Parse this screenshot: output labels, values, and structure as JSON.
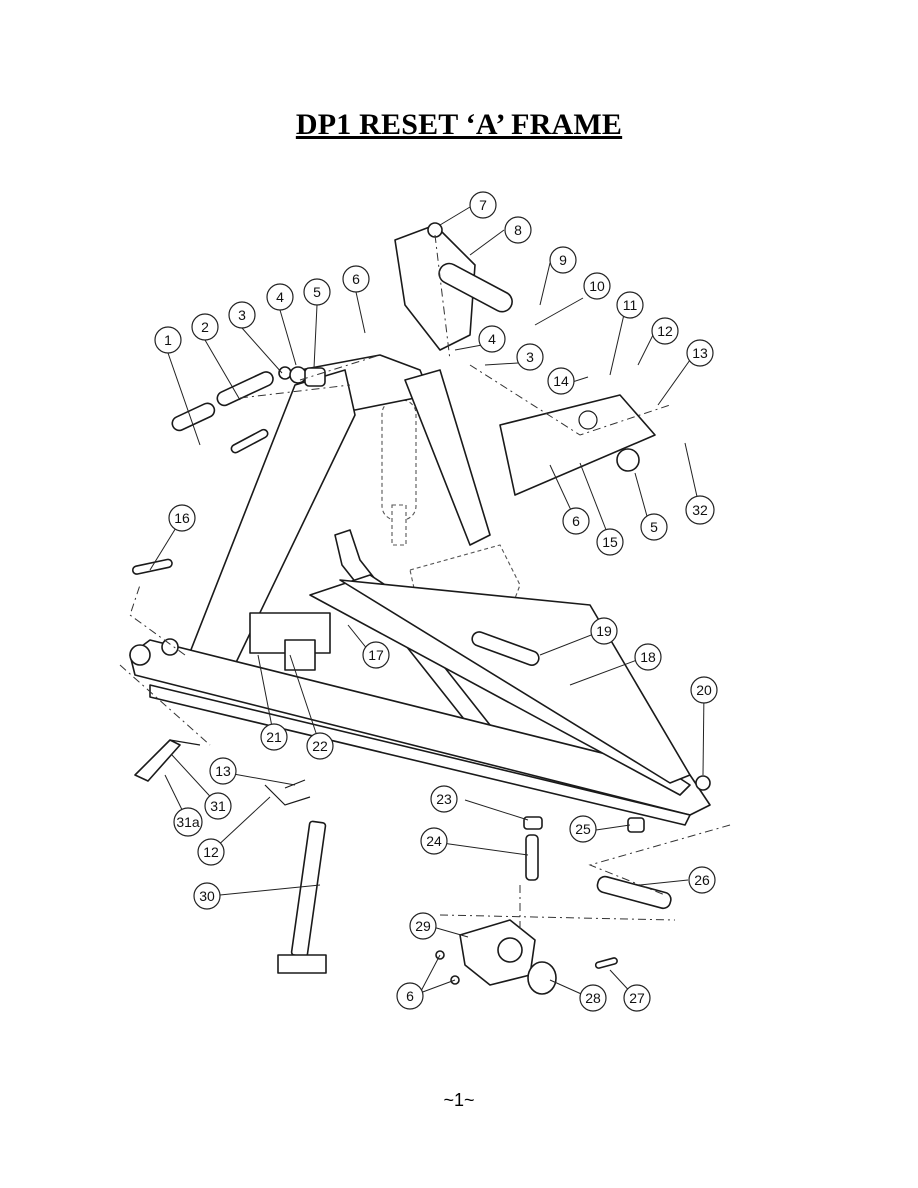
{
  "document": {
    "title": "DP1 RESET ‘A’ FRAME",
    "page_number": "~1~"
  },
  "diagram": {
    "callouts": [
      "1",
      "2",
      "3",
      "4",
      "5",
      "6",
      "7",
      "8",
      "9",
      "10",
      "11",
      "12",
      "13",
      "14",
      "3",
      "4",
      "6",
      "5",
      "6",
      "15",
      "32",
      "16",
      "17",
      "19",
      "18",
      "20",
      "21",
      "22",
      "13",
      "31",
      "31a",
      "12",
      "23",
      "24",
      "25",
      "26",
      "30",
      "29",
      "6",
      "28",
      "27"
    ]
  }
}
